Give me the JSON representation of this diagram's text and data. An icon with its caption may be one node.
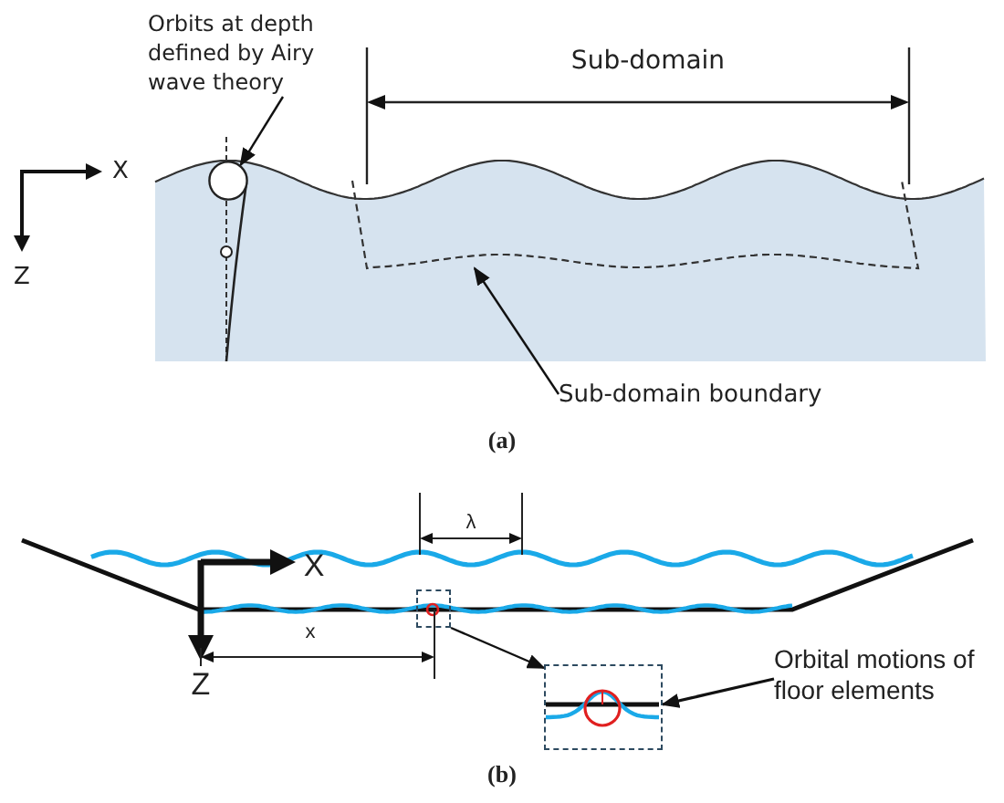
{
  "diagram": {
    "nodes": [
      {
        "text": [
          "Orbits at depth defined by Airy wave theory"
        ]
      },
      {
        "text": [],
        "shape": "circle"
      },
      {
        "text": [
          "Sub-domain boundary"
        ]
      },
      {
        "text": [],
        "shape": "box"
      },
      {
        "text": [],
        "shape": "box"
      },
      {
        "text": [],
        "shape": "box"
      },
      {
        "text": [
          "Orbital motions of floor elements"
        ]
      }
    ],
    "edges": [
      {
        "from": 0,
        "to": 1,
        "arrow": "to"
      },
      {
        "from": 2,
        "to": 3,
        "arrow": "to"
      },
      {
        "from": 4,
        "to": 5,
        "arrow": "to"
      },
      {
        "from": 6,
        "to": 5,
        "arrow": "to"
      }
    ],
    "labels": [
      "Sub-domain",
      "X",
      "Z",
      "(a)",
      "λ",
      "X",
      "x",
      "Z",
      "(b)"
    ]
  }
}
